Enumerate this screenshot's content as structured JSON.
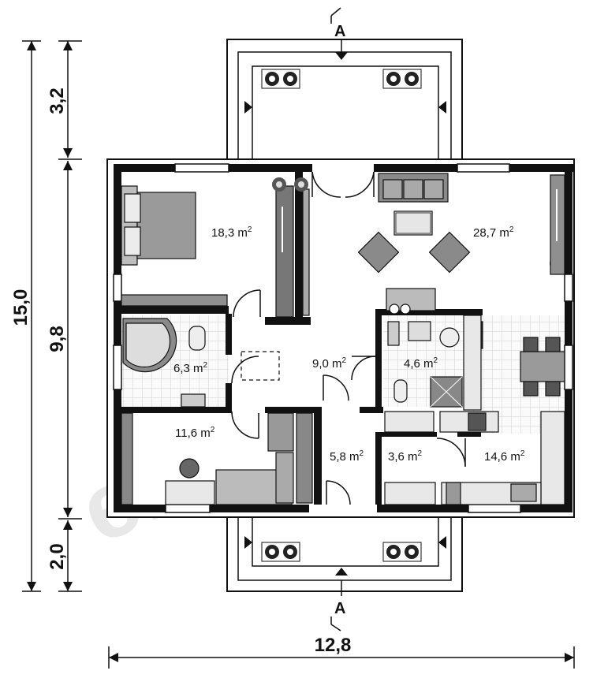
{
  "plan": {
    "rooms": [
      {
        "id": "bedroom",
        "value": "18,3",
        "unit": "m",
        "exp": "2"
      },
      {
        "id": "living",
        "value": "28,7",
        "unit": "m",
        "exp": "2"
      },
      {
        "id": "bathroom",
        "value": "6,3",
        "unit": "m",
        "exp": "2"
      },
      {
        "id": "hall",
        "value": "9,0",
        "unit": "m",
        "exp": "2"
      },
      {
        "id": "wc",
        "value": "4,6",
        "unit": "m",
        "exp": "2"
      },
      {
        "id": "room2",
        "value": "11,6",
        "unit": "m",
        "exp": "2"
      },
      {
        "id": "entry",
        "value": "5,8",
        "unit": "m",
        "exp": "2"
      },
      {
        "id": "pantry",
        "value": "3,6",
        "unit": "m",
        "exp": "2"
      },
      {
        "id": "kitchen",
        "value": "14,6",
        "unit": "m",
        "exp": "2"
      }
    ],
    "dimensions": {
      "total_height": "15,0",
      "top_terrace": "3,2",
      "house_depth": "9,8",
      "bottom_terrace": "2,0",
      "total_width": "12,8"
    },
    "section_marker": "A",
    "watermark": "ekodom"
  }
}
